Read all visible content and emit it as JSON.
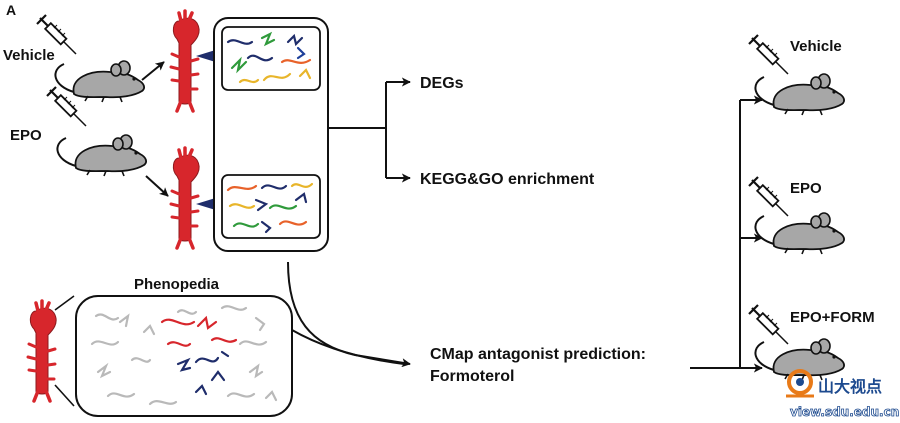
{
  "panel_label": "A",
  "labels": {
    "vehicle_left": "Vehicle",
    "epo_left": "EPO",
    "phenopedia": "Phenopedia",
    "degs": "DEGs",
    "kegg_go": "KEGG&GO enrichment",
    "cmap_line1": "CMap antagonist prediction:",
    "cmap_line2": "Formoterol",
    "vehicle_right": "Vehicle",
    "epo_right": "EPO",
    "epo_form_right": "EPO+FORM"
  },
  "watermark": {
    "name": "山大视点",
    "url": "view.sdu.edu.cn"
  },
  "colors": {
    "stroke": "#111111",
    "aorta_red": "#d7262c",
    "mouse_gray": "#a7a7a7",
    "navy": "#1f2d6b",
    "green": "#2f9a3b",
    "orange": "#e8622a",
    "yellow": "#e8b52a",
    "blue": "#1d3f9a",
    "light_gray": "#b9b9b9",
    "wm_orange": "#e87a18",
    "wm_blue": "#1d4a8f"
  }
}
